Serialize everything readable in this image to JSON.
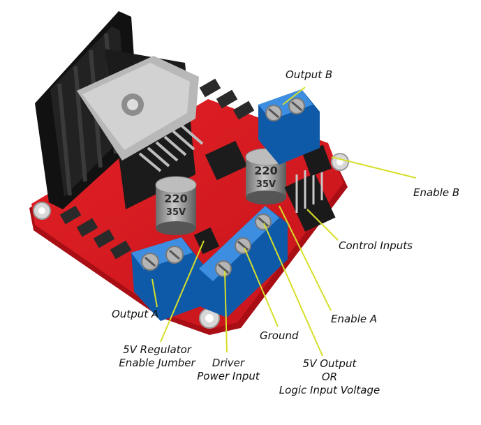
{
  "labels": {
    "output_b": "Output B",
    "enable_b": "Enable B",
    "control_inputs": "Control Inputs",
    "enable_a": "Enable A",
    "output_a": "Output A",
    "regulator_1": "5V Regulator",
    "regulator_2": "Enable Jumber",
    "driver_1": "Driver",
    "driver_2": "Power Input",
    "ground": "Ground",
    "v5_1": "5V Output",
    "v5_2": "OR",
    "v5_3": "Logic Input Voltage"
  },
  "capacitor_text": {
    "top": "220",
    "mid": "35V"
  },
  "colors": {
    "board": "#d9181e",
    "heatsink": "#1a1a1a",
    "terminal": "#1e6fc4",
    "leader": "#d6df2a"
  }
}
